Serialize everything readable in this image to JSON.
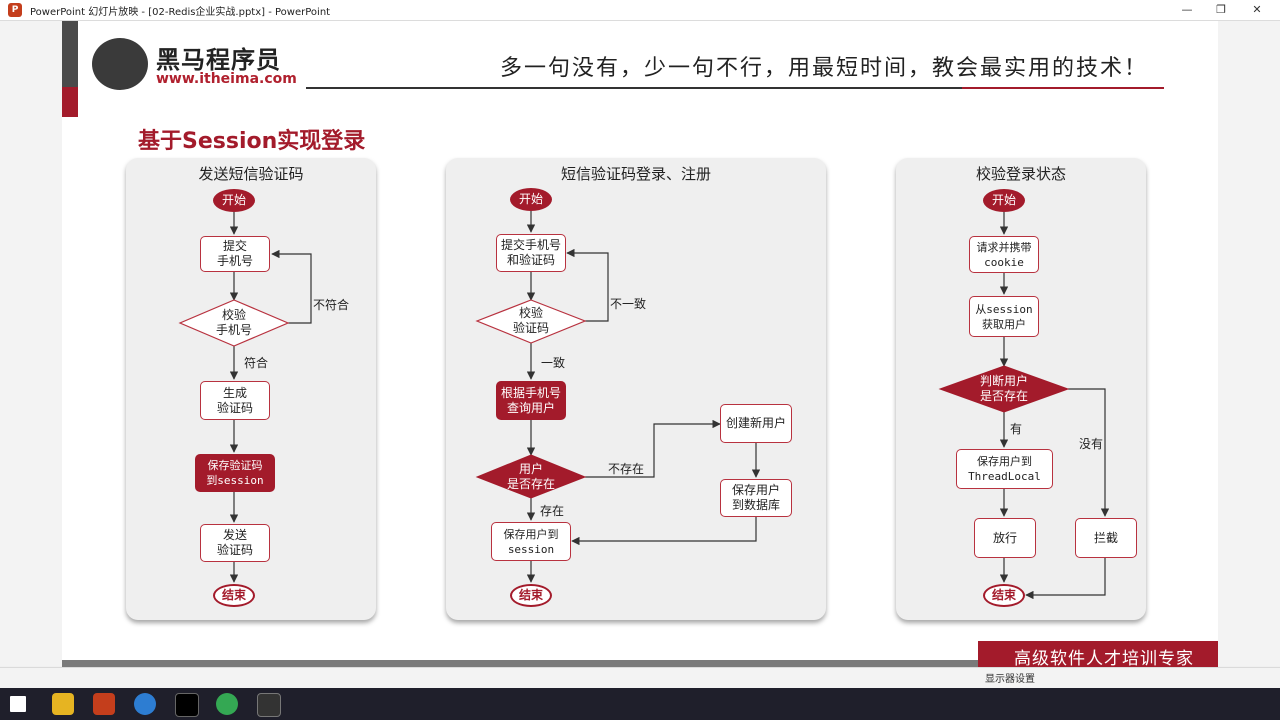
{
  "window": {
    "title": "PowerPoint 幻灯片放映 - [02-Redis企业实战.pptx] - PowerPoint",
    "app_icon": "powerpoint-icon"
  },
  "header": {
    "logo_cn": "黑马程序员",
    "logo_url": "www.itheima.com",
    "slogan": "多一句没有，少一句不行，用最短时间，教会最实用的技术！"
  },
  "slide_title": "基于Session实现登录",
  "panels": {
    "p1": {
      "title": "发送短信验证码",
      "start": "开始",
      "submit": "提交\n手机号",
      "check": "校验\n手机号",
      "gen": "生成\n验证码",
      "save": "保存验证码\n到session",
      "send": "发送\n验证码",
      "end": "结束",
      "no": "不符合",
      "yes": "符合"
    },
    "p2": {
      "title": "短信验证码登录、注册",
      "start": "开始",
      "submit": "提交手机号\n和验证码",
      "check": "校验\n验证码",
      "query": "根据手机号\n查询用户",
      "exists": "用户\n是否存在",
      "create": "创建新用户",
      "save_db": "保存用户\n到数据库",
      "save_session": "保存用户到\nsession",
      "end": "结束",
      "mismatch": "不一致",
      "match": "一致",
      "not_exist": "不存在",
      "exist": "存在"
    },
    "p3": {
      "title": "校验登录状态",
      "start": "开始",
      "request": "请求并携带\ncookie",
      "get": "从session\n获取用户",
      "judge": "判断用户\n是否存在",
      "save_tl": "保存用户到\nThreadLocal",
      "pass": "放行",
      "block": "拦截",
      "end": "结束",
      "has": "有",
      "none": "没有"
    }
  },
  "footer": {
    "banner": "高级软件人才培训专家",
    "status": "显示器设置"
  },
  "colors": {
    "brand_red": "#a31b2b",
    "panel_bg": "#efefef"
  }
}
